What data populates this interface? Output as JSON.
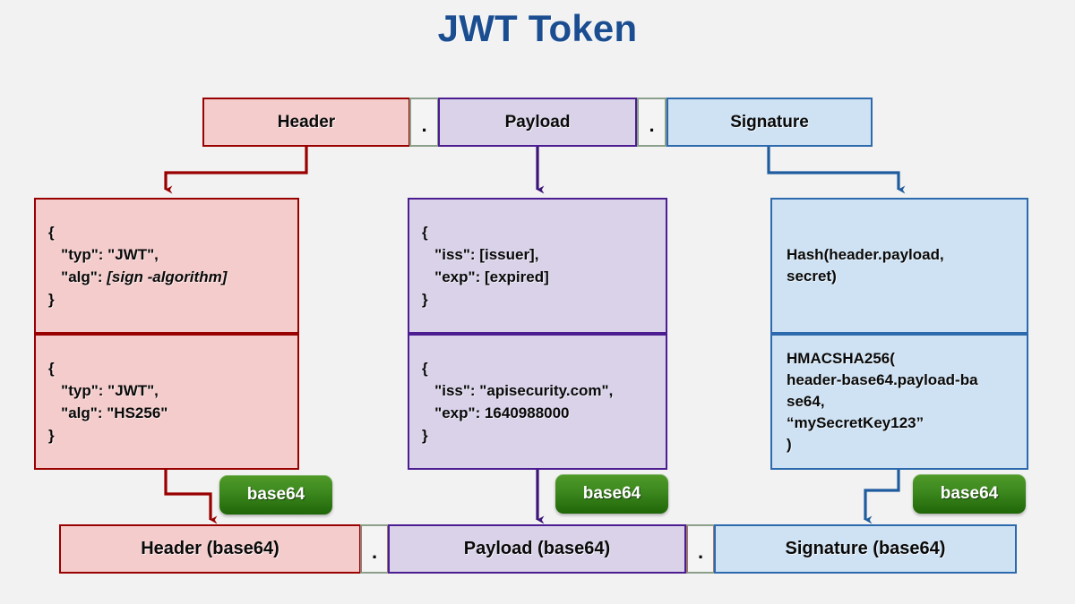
{
  "page": {
    "title": "JWT Token",
    "background_color": "#f2f2f2",
    "title_color": "#1b4d91"
  },
  "colors": {
    "header_fill": "#f4cccc",
    "header_border": "#990000",
    "payload_fill": "#d9d2e9",
    "payload_border": "#4c1c91",
    "signature_fill": "#cfe2f3",
    "signature_border": "#2c6aad",
    "separator_fill": "#f4f4f4",
    "badge_green_top": "#4f9a28",
    "badge_green_bottom": "#1f6608"
  },
  "token_row": {
    "header_label": "Header",
    "separator_1": ".",
    "payload_label": "Payload",
    "separator_2": ".",
    "signature_label": "Signature"
  },
  "header_column": {
    "template": {
      "lines": [
        "{",
        "   \"typ\": \"JWT\",",
        "   \"alg\": ",
        "}"
      ],
      "italic_value": "[sign -algorithm]"
    },
    "example": {
      "lines": [
        "{",
        "   \"typ\": \"JWT\",",
        "   \"alg\": \"HS256\"",
        "}"
      ]
    }
  },
  "payload_column": {
    "template": {
      "lines": [
        "{",
        "   \"iss\": [issuer],",
        "   \"exp\": [expired]",
        "}"
      ]
    },
    "example": {
      "lines": [
        "{",
        "   \"iss\": \"apisecurity.com\",",
        "   \"exp\": 1640988000",
        "}"
      ]
    }
  },
  "signature_column": {
    "template": {
      "lines": [
        "Hash(header.payload,",
        "secret)"
      ]
    },
    "example": {
      "lines": [
        "HMACSHA256(",
        "header-base64.payload-ba",
        "se64,",
        "“mySecretKey123”",
        ")"
      ]
    }
  },
  "badges": {
    "header_base64": "base64",
    "payload_base64": "base64",
    "signature_base64": "base64"
  },
  "encoded_row": {
    "header_label": "Header (base64)",
    "separator_1": ".",
    "payload_label": "Payload (base64)",
    "separator_2": ".",
    "signature_label": "Signature (base64)"
  }
}
